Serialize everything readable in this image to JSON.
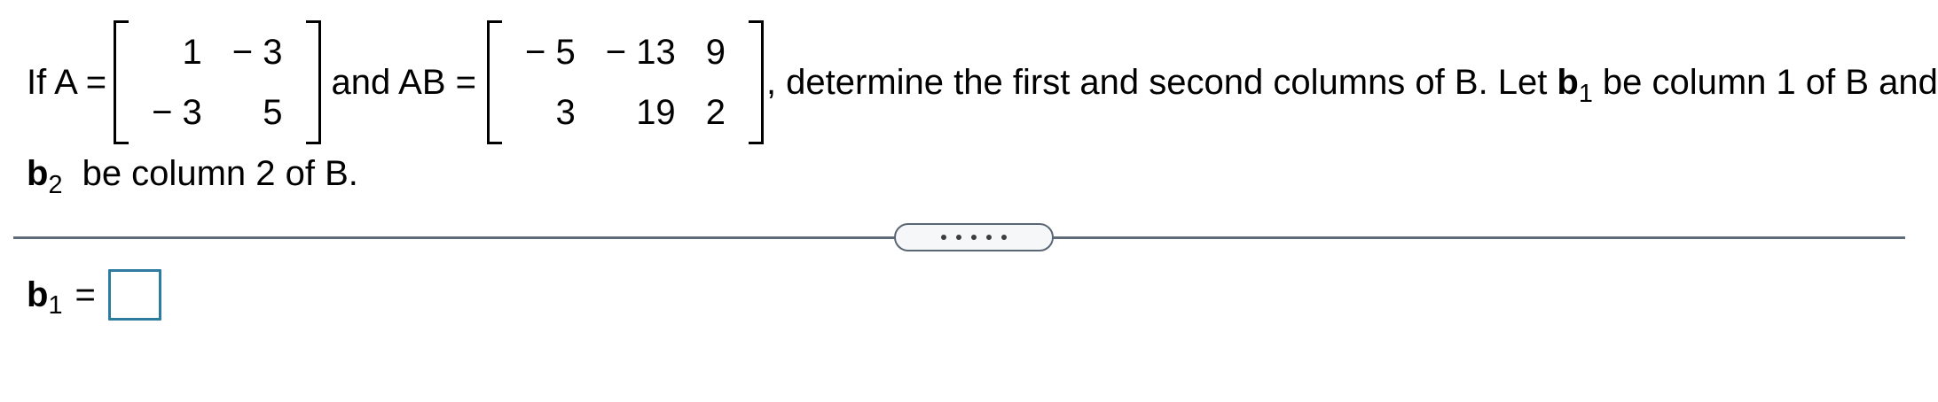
{
  "problem": {
    "intro": "If A =",
    "matrix_a": {
      "rows": [
        [
          "1",
          "− 3"
        ],
        [
          "− 3",
          "5"
        ]
      ]
    },
    "mid": "and AB =",
    "matrix_ab": {
      "rows": [
        [
          "− 5",
          "− 13",
          "9"
        ],
        [
          "3",
          "19",
          "2"
        ]
      ]
    },
    "after": ", determine the first and second columns of B. Let",
    "b1": {
      "label": "b",
      "sub": "1"
    },
    "tail1": "be column 1 of B and",
    "b2": {
      "label": "b",
      "sub": "2"
    },
    "tail2": "be column 2 of B."
  },
  "divider": {
    "handle_icon": "drag-handle-dots-icon",
    "dot_count": 5
  },
  "answer": {
    "label": "b",
    "sub": "1",
    "equals": "=",
    "value": "",
    "placeholder": ""
  },
  "colors": {
    "background": "#ffffff",
    "text": "#000000",
    "divider_line": "#5f6b78",
    "handle_border": "#5a6673",
    "handle_fill": "#f6f7f8",
    "handle_dot": "#3d3d3d",
    "input_border": "#2e7ba0"
  }
}
